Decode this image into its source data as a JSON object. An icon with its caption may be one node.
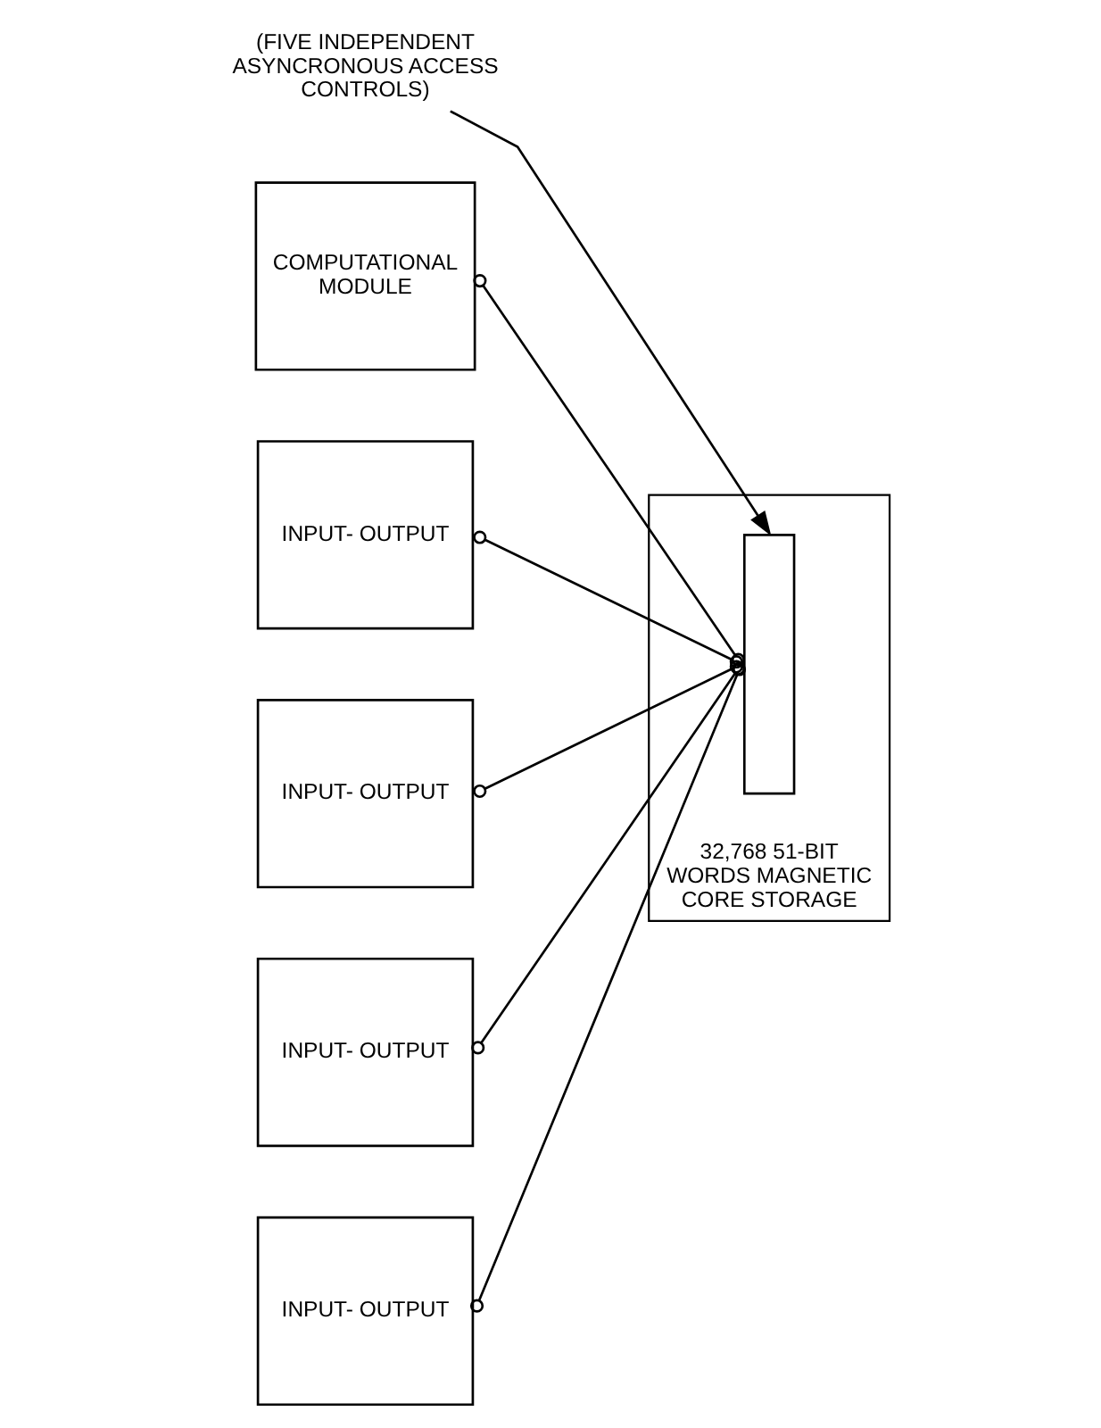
{
  "diagram": {
    "nodes": [
      {
        "text": [
          "COMPUTATIONAL MODULE"
        ]
      },
      {
        "text": [
          "INPUT- OUTPUT"
        ]
      },
      {
        "text": [
          "INPUT- OUTPUT"
        ]
      },
      {
        "text": [
          "INPUT- OUTPUT"
        ]
      },
      {
        "text": [
          "INPUT- OUTPUT"
        ]
      },
      {
        "text": [
          "32,768 51-BIT WORDS MAGNETIC CORE STORAGE"
        ]
      },
      {
        "text": [],
        "shape": "box",
        "in": 5
      },
      {
        "text": [
          "(FIVE INDEPENDENT ASYNCRONOUS ACCESS CONTROLS)"
        ]
      }
    ],
    "edges": [
      {
        "from": 0,
        "to": 6,
        "arrow": "other"
      },
      {
        "from": 1,
        "to": 6,
        "arrow": "other"
      },
      {
        "from": 2,
        "to": 6,
        "arrow": "other"
      },
      {
        "from": 3,
        "to": 6,
        "arrow": "other"
      },
      {
        "from": 4,
        "to": 6,
        "arrow": "other"
      },
      {
        "from": 7,
        "to": 6,
        "arrow": "to"
      }
    ]
  }
}
